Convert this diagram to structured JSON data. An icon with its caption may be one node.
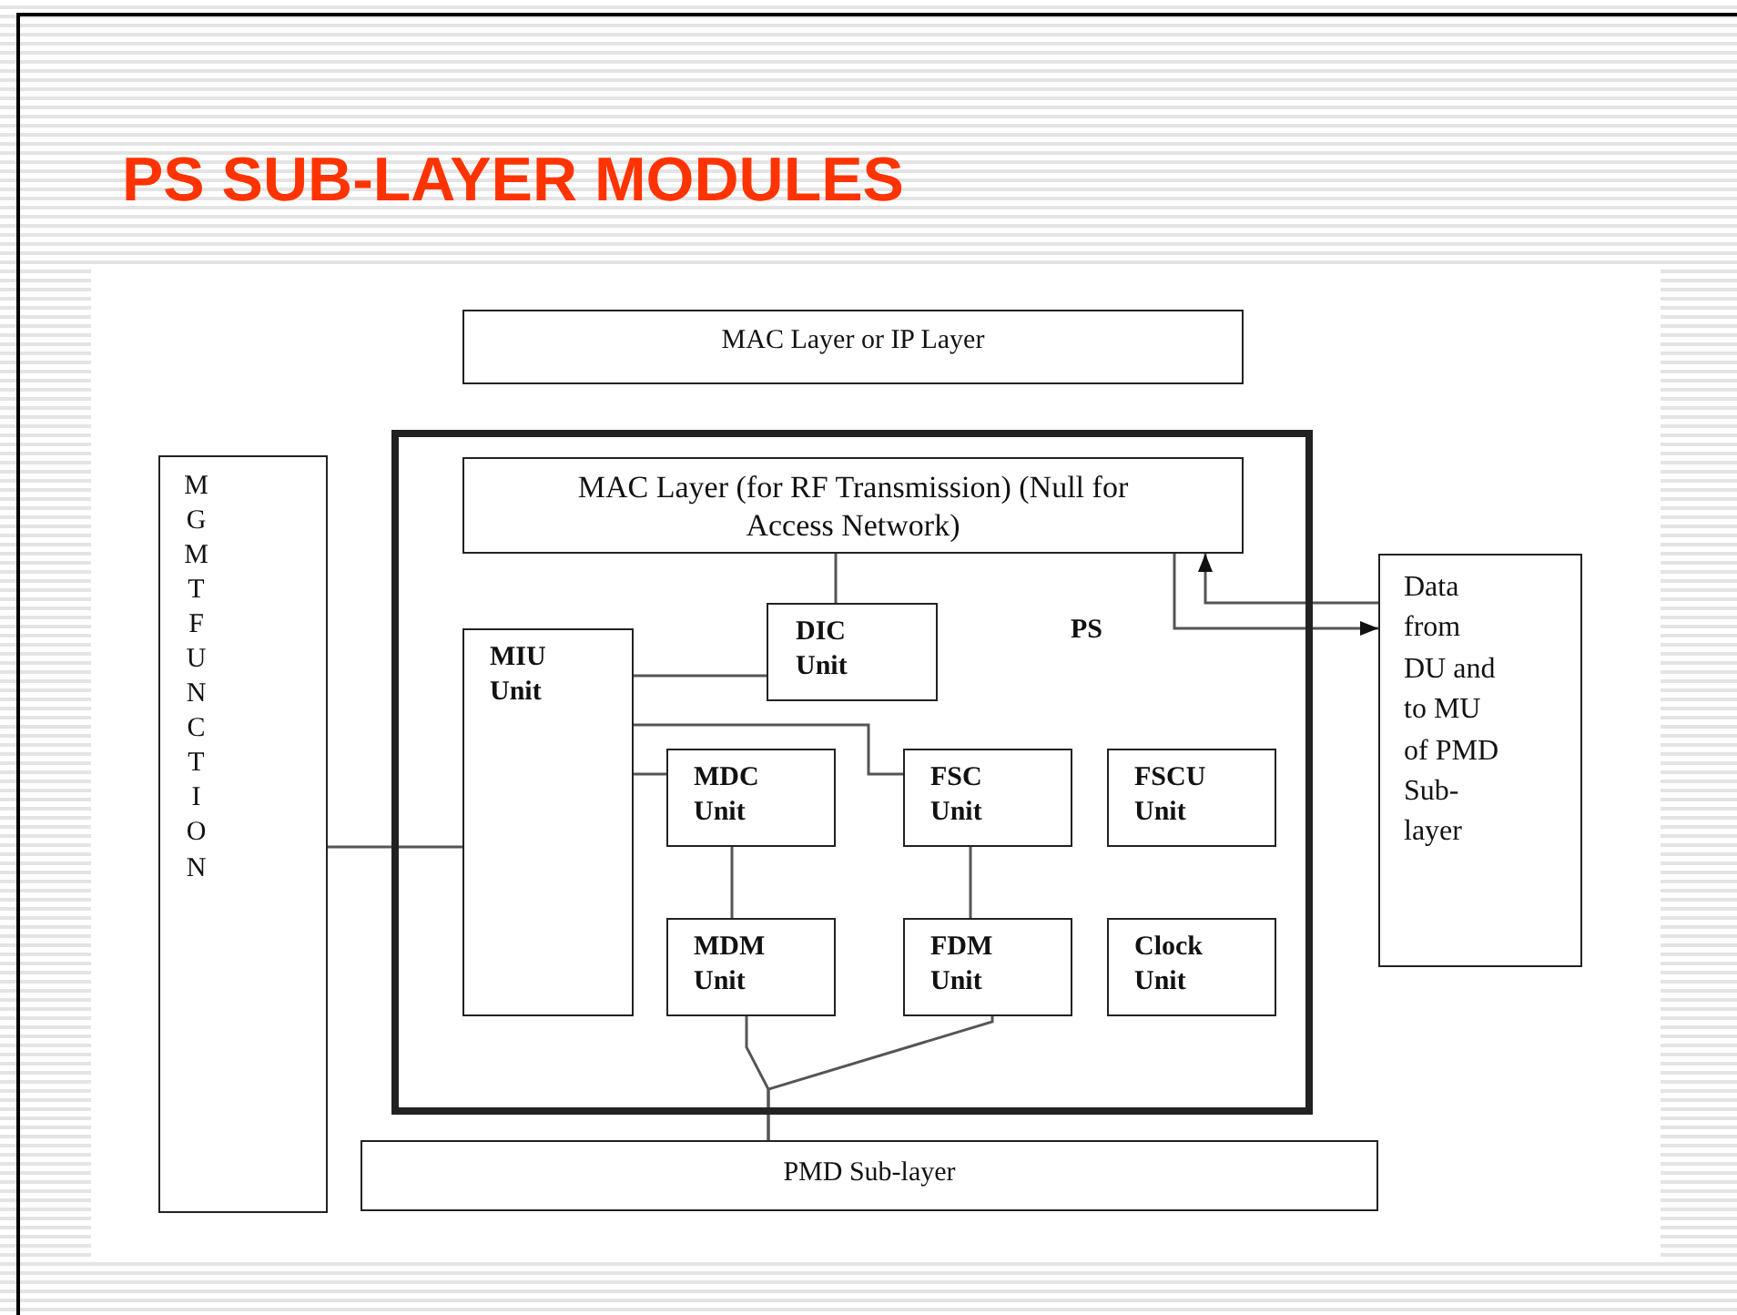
{
  "diagram": {
    "title": "PS SUB-LAYER MODULES",
    "nodes": [
      {
        "text": [
          "MAC Layer or IP Layer"
        ]
      },
      {
        "text": [
          "MGMT FUNCTION"
        ]
      },
      {
        "text": [
          "PS"
        ]
      },
      {
        "text": [
          "MAC Layer (for RF Transmission) (Null for Access Network)"
        ],
        "in": 2
      },
      {
        "text": [
          "DIC Unit"
        ],
        "in": 2
      },
      {
        "text": [
          "MIU Unit"
        ],
        "in": 2
      },
      {
        "text": [
          "MDC Unit"
        ],
        "in": 2
      },
      {
        "text": [
          "FSC Unit"
        ],
        "in": 2
      },
      {
        "text": [
          "FSCU Unit"
        ],
        "in": 2
      },
      {
        "text": [
          "MDM Unit"
        ],
        "in": 2
      },
      {
        "text": [
          "FDM Unit"
        ],
        "in": 2
      },
      {
        "text": [
          "Clock Unit"
        ],
        "in": 2
      },
      {
        "text": [
          "Data from DU and to MU of PMD Sub-layer"
        ]
      },
      {
        "text": [
          "PMD Sub-layer"
        ]
      }
    ],
    "edges": [
      {
        "from": 1,
        "to": 5,
        "arrow": "none"
      },
      {
        "from": 3,
        "to": 4,
        "arrow": "none"
      },
      {
        "from": 5,
        "to": 4,
        "arrow": "none"
      },
      {
        "from": 5,
        "to": 7,
        "arrow": "none"
      },
      {
        "from": 5,
        "to": 6,
        "arrow": "none"
      },
      {
        "from": 6,
        "to": 9,
        "arrow": "none"
      },
      {
        "from": 7,
        "to": 10,
        "arrow": "none"
      },
      {
        "from": 9,
        "to": 13,
        "arrow": "none"
      },
      {
        "from": 10,
        "to": 13,
        "arrow": "none"
      },
      {
        "from": 3,
        "to": 12,
        "arrow": "to"
      },
      {
        "from": 12,
        "to": 3,
        "arrow": "to"
      }
    ]
  }
}
